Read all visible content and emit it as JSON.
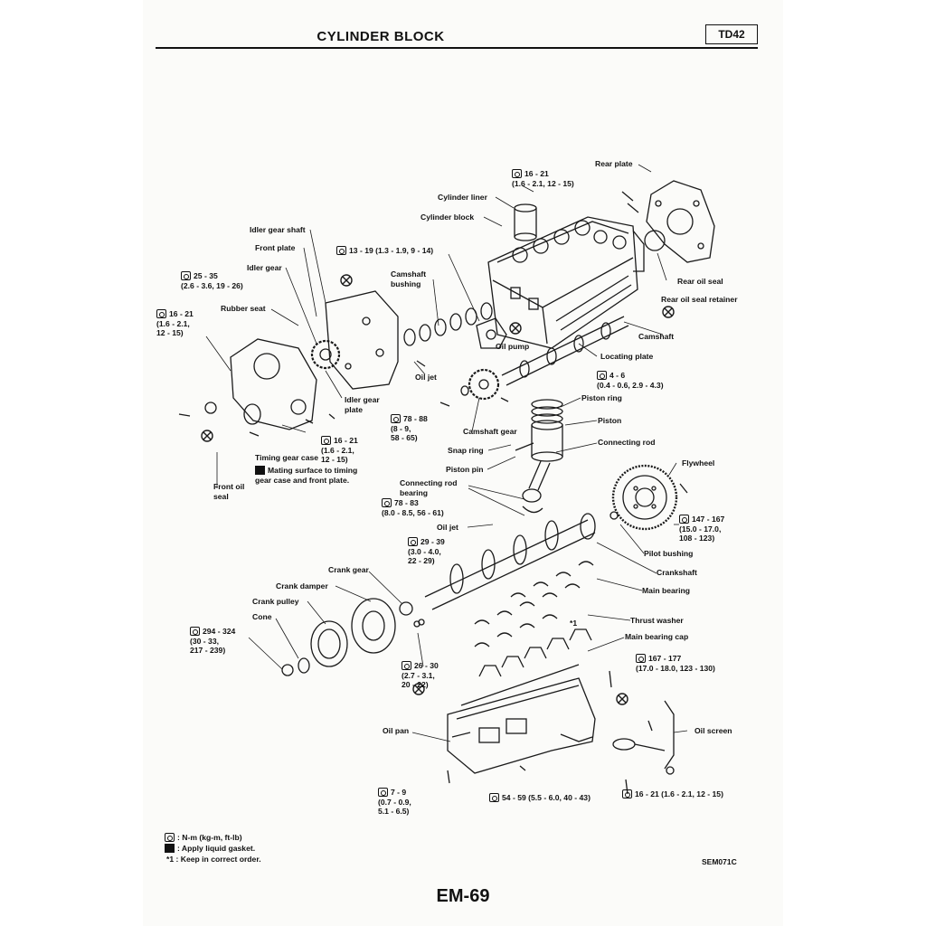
{
  "header": {
    "title": "CYLINDER BLOCK",
    "engine_code": "TD42"
  },
  "labels": {
    "rear_plate": "Rear plate",
    "torque_rear_plate": "16 - 21\n(1.6 - 2.1, 12 - 15)",
    "cylinder_liner": "Cylinder liner",
    "cylinder_block": "Cylinder block",
    "idler_gear_shaft": "Idler gear shaft",
    "front_plate": "Front plate",
    "torque_front_plate": "13 - 19 (1.3 - 1.9, 9 - 14)",
    "idler_gear": "Idler gear",
    "camshaft_bushing": "Camshaft\nbushing",
    "torque_idler": "25 - 35\n(2.6 - 3.6, 19 - 26)",
    "rubber_seat": "Rubber seat",
    "torque_left": "16 - 21\n(1.6 - 2.1,\n12 - 15)",
    "rear_oil_seal": "Rear oil seal",
    "rear_oil_seal_retainer": "Rear oil seal retainer",
    "oil_pump": "Oil pump",
    "camshaft": "Camshaft",
    "locating_plate": "Locating plate",
    "oil_jet_upper": "Oil jet",
    "torque_locating": "4 - 6\n(0.4 - 0.6, 2.9 - 4.3)",
    "idler_gear_plate": "Idler gear\nplate",
    "piston_ring": "Piston ring",
    "torque_camgear": "78 - 88\n(8 - 9,\n58 - 65)",
    "piston": "Piston",
    "camshaft_gear": "Camshaft gear",
    "connecting_rod": "Connecting rod",
    "torque_timing": "16 - 21\n(1.6 - 2.1,\n12 - 15)",
    "snap_ring": "Snap ring",
    "timing_gear_case": "Timing gear case",
    "mating_surface": "Mating surface to timing\ngear case and front plate.",
    "piston_pin": "Piston pin",
    "flywheel": "Flywheel",
    "front_oil_seal": "Front oil\nseal",
    "conrod_bearing": "Connecting rod\nbearing",
    "torque_conrod": "78 - 83\n(8.0 - 8.5, 56 - 61)",
    "torque_flywheel": "147 - 167\n(15.0 - 17.0,\n108 - 123)",
    "oil_jet_lower": "Oil jet",
    "torque_oiljet": "29 - 39\n(3.0 - 4.0,\n22 - 29)",
    "pilot_bushing": "Pilot bushing",
    "crank_gear": "Crank gear",
    "crankshaft": "Crankshaft",
    "crank_damper": "Crank damper",
    "main_bearing": "Main bearing",
    "crank_pulley": "Crank pulley",
    "cone": "Cone",
    "thrust_washer": "Thrust washer",
    "star_1": "*1",
    "torque_pulley": "294 - 324\n(30 - 33,\n217 - 239)",
    "main_bearing_cap": "Main bearing cap",
    "torque_cap": "167 - 177\n(17.0 - 18.0, 123 - 130)",
    "torque_gear": "26 - 30\n(2.7 - 3.1,\n20 - 22)",
    "oil_screen": "Oil screen",
    "oil_pan": "Oil pan",
    "torque_pan": "7 - 9\n(0.7 - 0.9,\n5.1 - 6.5)",
    "torque_drain": "54 - 59 (5.5 - 6.0, 40 - 43)",
    "torque_screen": "16 - 21 (1.6 - 2.1, 12 - 15)"
  },
  "legend": {
    "torque": ": N-m (kg-m, ft-lb)",
    "gasket": ": Apply liquid gasket.",
    "order_mark": "*1",
    "order": ": Keep in correct order."
  },
  "footer": {
    "ref_code": "SEM071C",
    "page_number": "EM-69"
  }
}
